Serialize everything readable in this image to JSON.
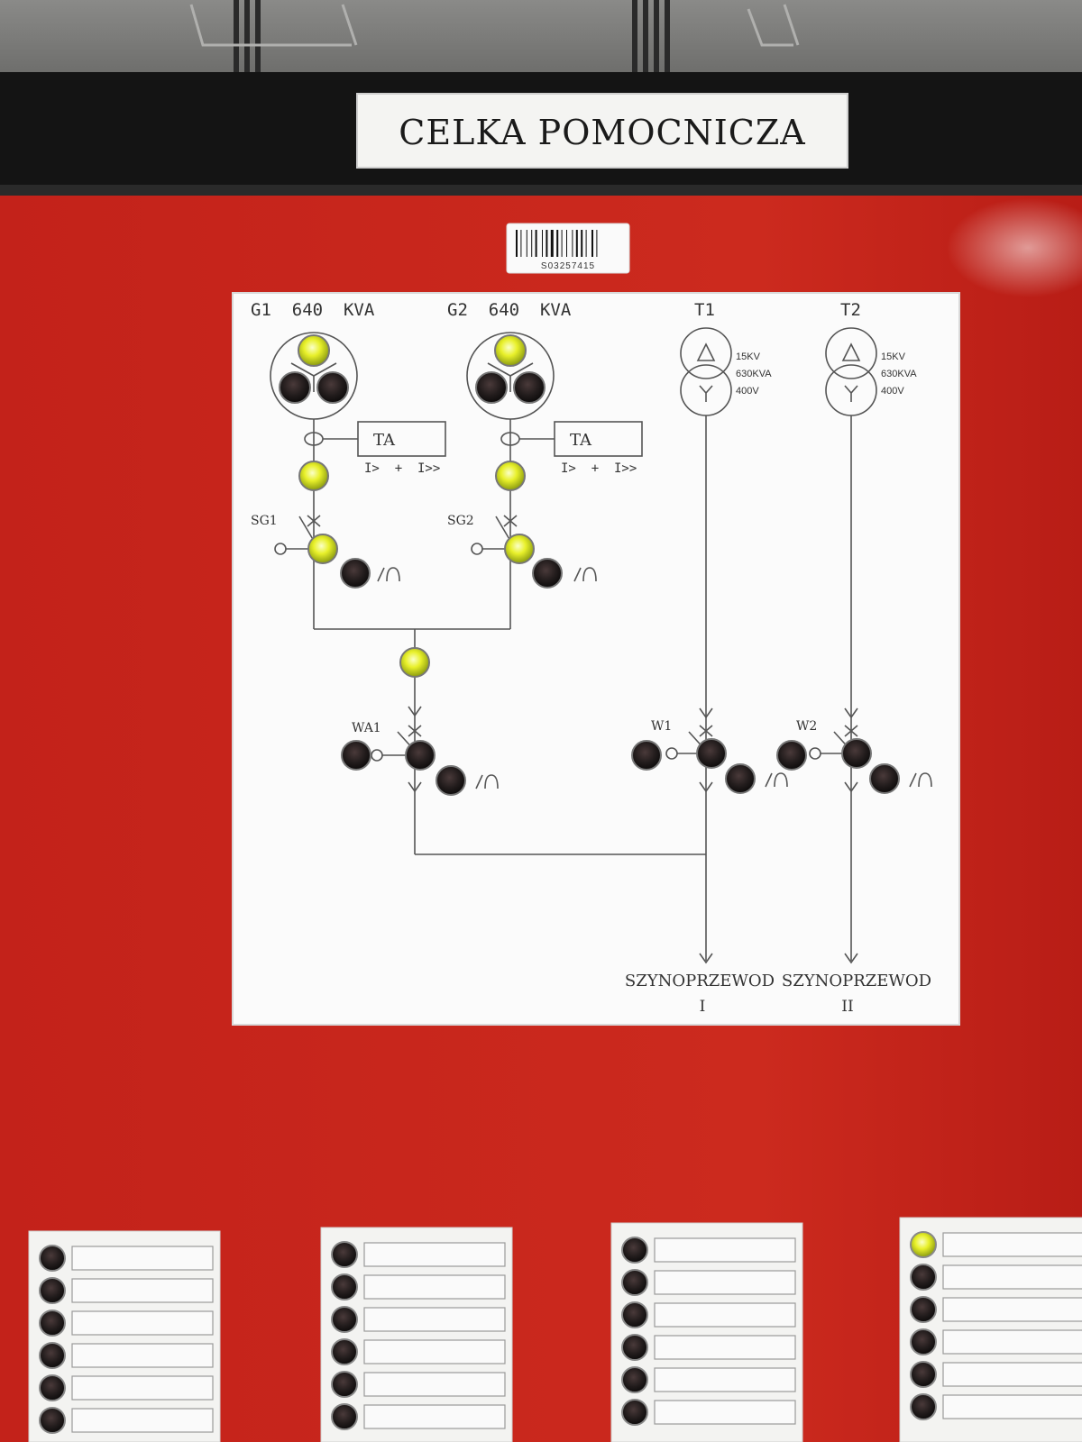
{
  "header_sign": "CELKA POMOCNICZA",
  "barcode_number": "S03257415",
  "diagram": {
    "g1_label": "G1  640  KVA",
    "g2_label": "G2  640  KVA",
    "t1_label": "T1",
    "t2_label": "T2",
    "ta1_label": "TA",
    "ta2_label": "TA",
    "ta1_sub": "I>  +  I>>",
    "ta2_sub": "I>  +  I>>",
    "sg1_label": "SG1",
    "sg2_label": "SG2",
    "wa1_label": "WA1",
    "w1_label": "W1",
    "w2_label": "W2",
    "t1_specs": [
      "15KV",
      "630KVA",
      "400V"
    ],
    "t2_specs": [
      "15KV",
      "630KVA",
      "400V"
    ],
    "bus1_label": "SZYNOPRZEWOD",
    "bus1_num": "I",
    "bus2_label": "SZYNOPRZEWOD",
    "bus2_num": "II"
  },
  "colors": {
    "panel_red": "#c8231a",
    "lamp_on": "#e8f02a",
    "lamp_off": "#1e1a1a",
    "frame_black": "#141414"
  },
  "lamp_states": {
    "g1_top": "on",
    "g1_left": "off",
    "g1_right": "off",
    "g2_top": "on",
    "g2_left": "off",
    "g2_right": "off",
    "g1_ct": "on",
    "g2_ct": "on",
    "sg1_main": "on",
    "sg1_aux": "off",
    "sg2_main": "on",
    "sg2_aux": "off",
    "bus_tie": "on",
    "wa1_left": "off",
    "wa1_main": "off",
    "wa1_aux": "off",
    "w1_left": "off",
    "w1_main": "off",
    "w1_aux": "off",
    "w2_left": "off",
    "w2_main": "off",
    "w2_aux": "off"
  },
  "annunciator_panels": [
    {
      "lamps": [
        "off",
        "off",
        "off",
        "off",
        "off",
        "off"
      ]
    },
    {
      "lamps": [
        "off",
        "off",
        "off",
        "off",
        "off",
        "off"
      ]
    },
    {
      "lamps": [
        "off",
        "off",
        "off",
        "off",
        "off",
        "off"
      ]
    },
    {
      "lamps": [
        "on",
        "off",
        "off",
        "off",
        "off",
        "off"
      ]
    }
  ]
}
